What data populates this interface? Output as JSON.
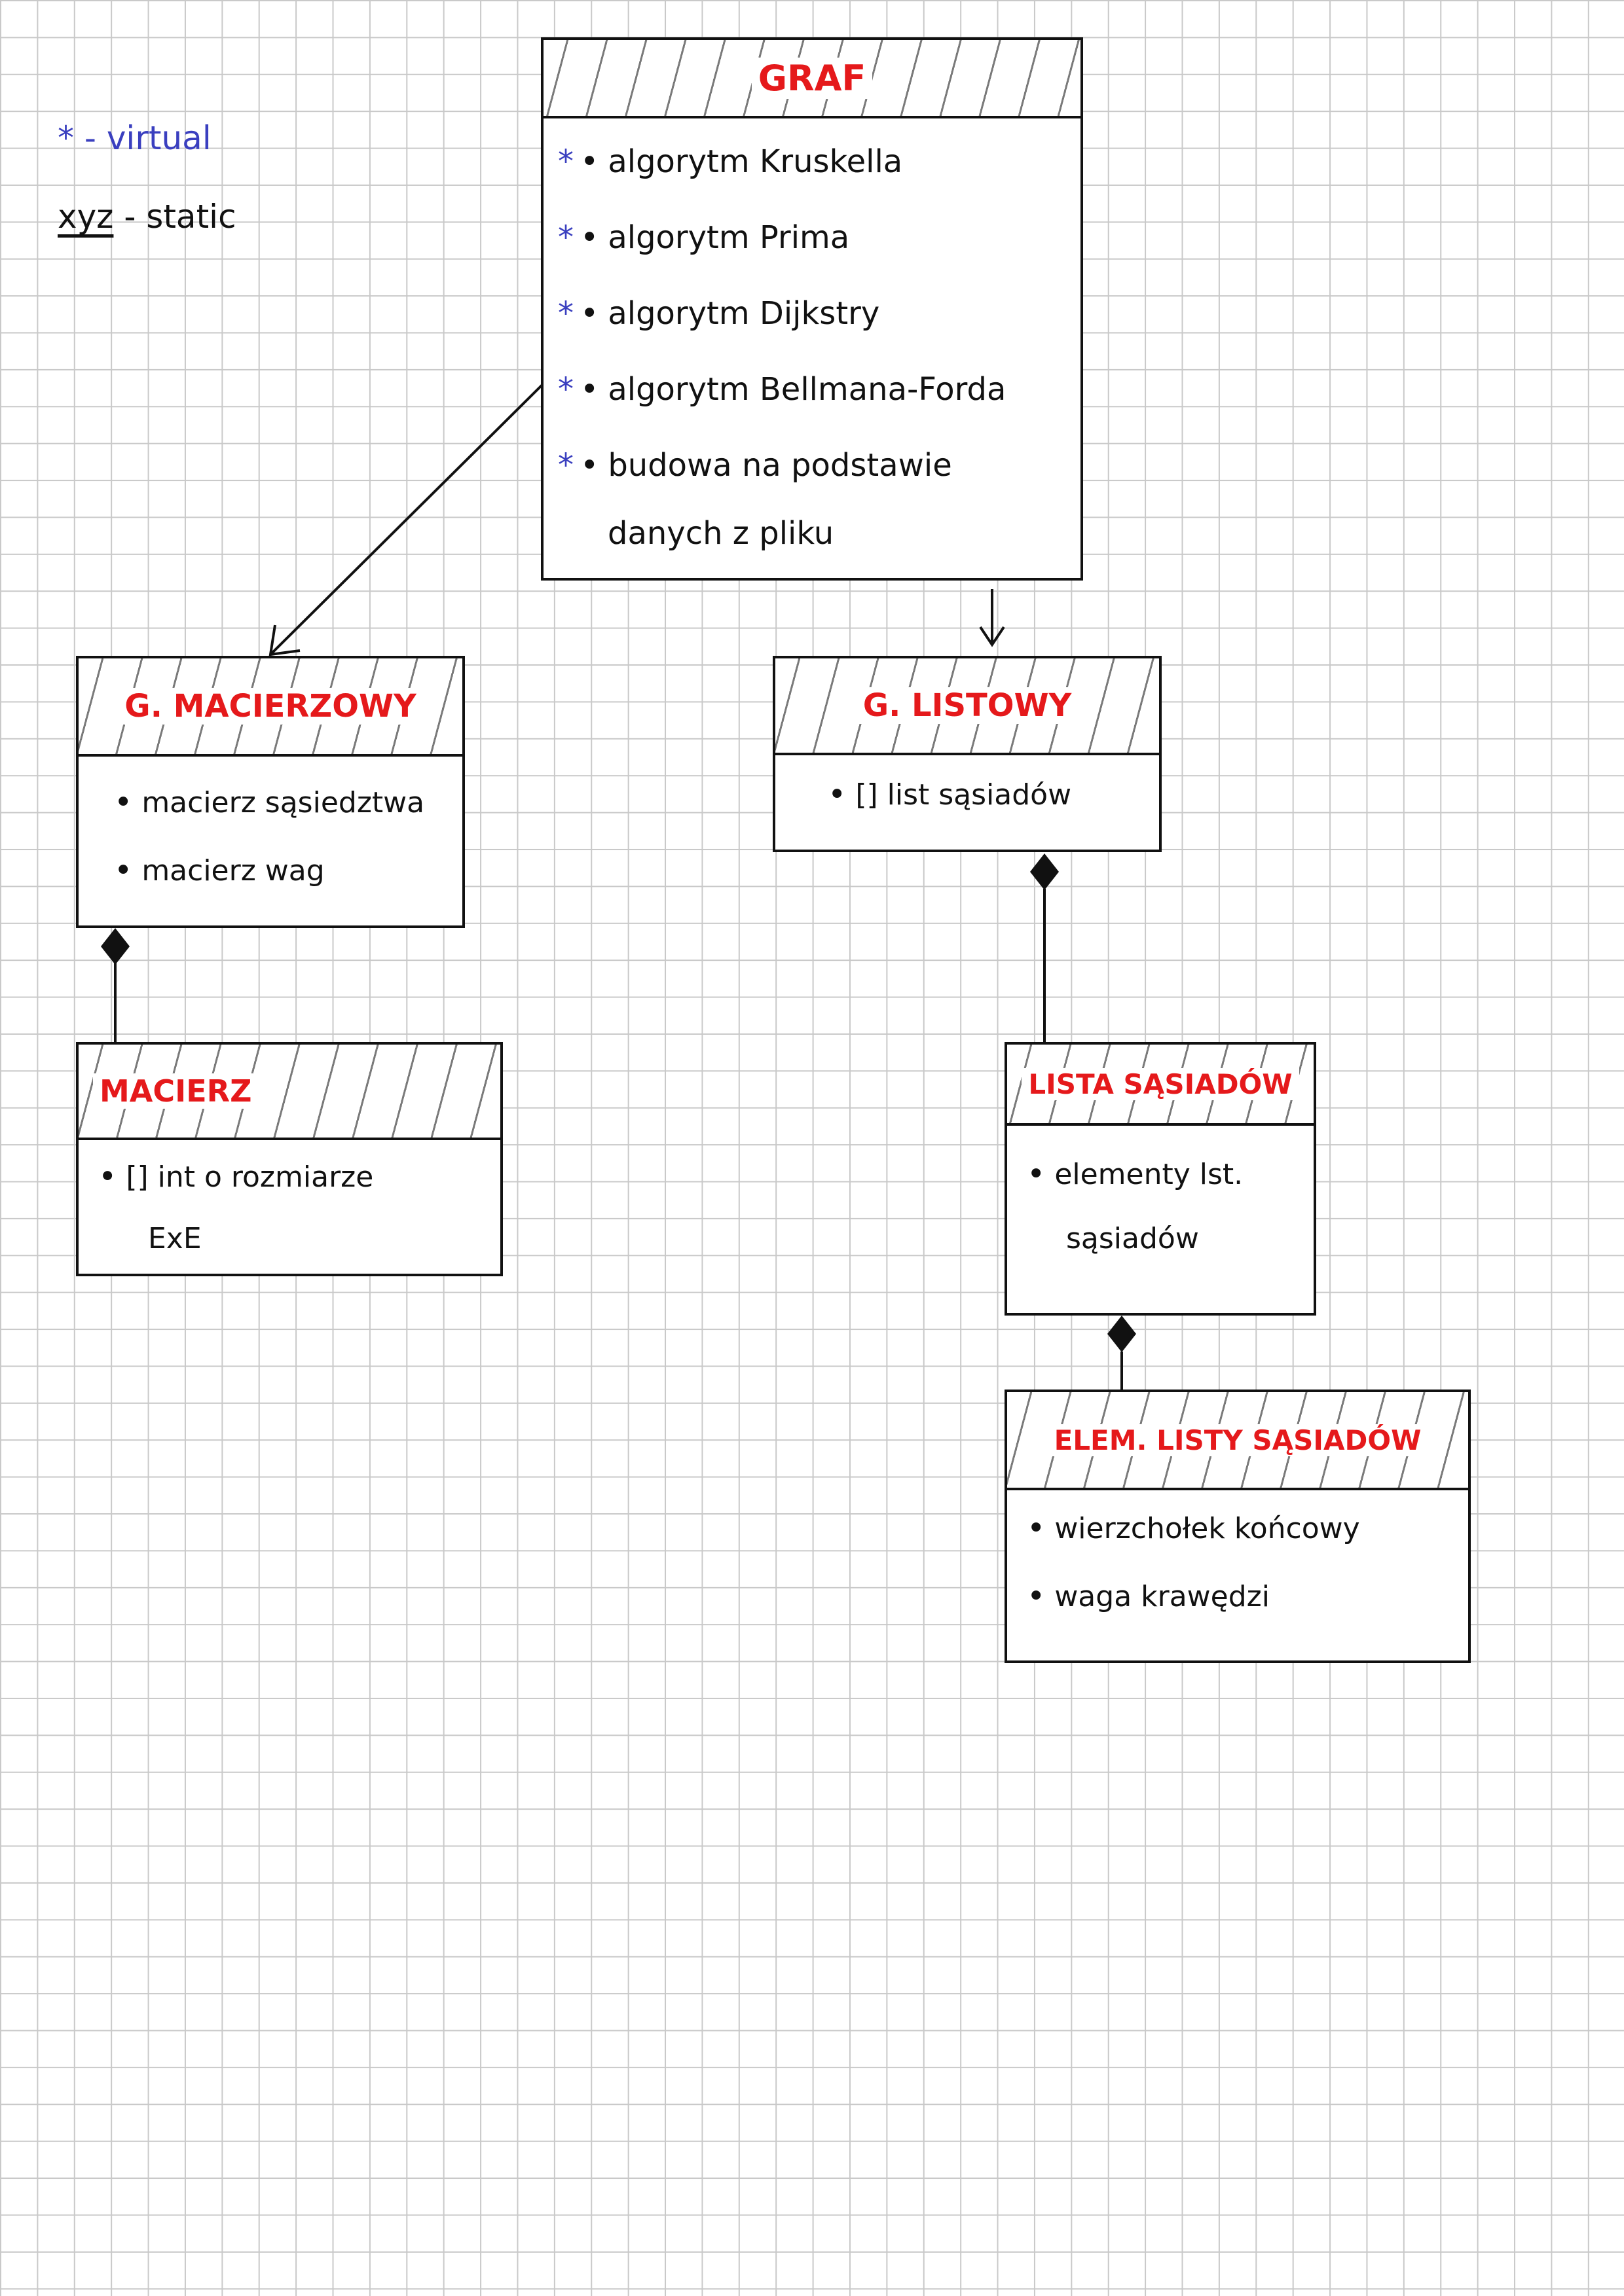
{
  "legend": {
    "virtual_marker": "*",
    "virtual_text": "- virtual",
    "static_marker": "xyz",
    "static_text": "- static"
  },
  "classes": {
    "graf": {
      "title": "GRAF",
      "items": [
        {
          "marker": "*",
          "text": "algorytm Kruskella"
        },
        {
          "marker": "*",
          "text": "algorytm Prima"
        },
        {
          "marker": "*",
          "text": "algorytm Dijkstry"
        },
        {
          "marker": "*",
          "text": "algorytm Bellmana-Forda"
        },
        {
          "marker": "*",
          "text": "budowa na podstawie"
        }
      ],
      "continuation": "danych z pliku"
    },
    "g_macierzowy": {
      "title": "G. MACIERZOWY",
      "items": [
        "macierz sąsiedztwa",
        "macierz wag"
      ]
    },
    "g_listowy": {
      "title": "G. LISTOWY",
      "items": [
        "[] list sąsiadów"
      ]
    },
    "macierz": {
      "title": "MACIERZ",
      "items": [
        "[] int o rozmiarze"
      ],
      "continuation": "ExE"
    },
    "lista_sasiadow": {
      "title": "LISTA SĄSIADÓW",
      "items": [
        "elementy lst."
      ],
      "continuation": "sąsiadów"
    },
    "elem_listy_sasiadow": {
      "title": "ELEM. LISTY SĄSIADÓW",
      "items": [
        "wierzchołek końcowy",
        "waga krawędzi"
      ]
    }
  },
  "relations": [
    {
      "from": "GRAF",
      "to": "G. MACIERZOWY",
      "kind": "generalization"
    },
    {
      "from": "GRAF",
      "to": "G. LISTOWY",
      "kind": "generalization"
    },
    {
      "from": "G. MACIERZOWY",
      "to": "MACIERZ",
      "kind": "composition"
    },
    {
      "from": "G. LISTOWY",
      "to": "LISTA SĄSIADÓW",
      "kind": "composition"
    },
    {
      "from": "LISTA SĄSIADÓW",
      "to": "ELEM. LISTY SĄSIADÓW",
      "kind": "composition"
    }
  ]
}
